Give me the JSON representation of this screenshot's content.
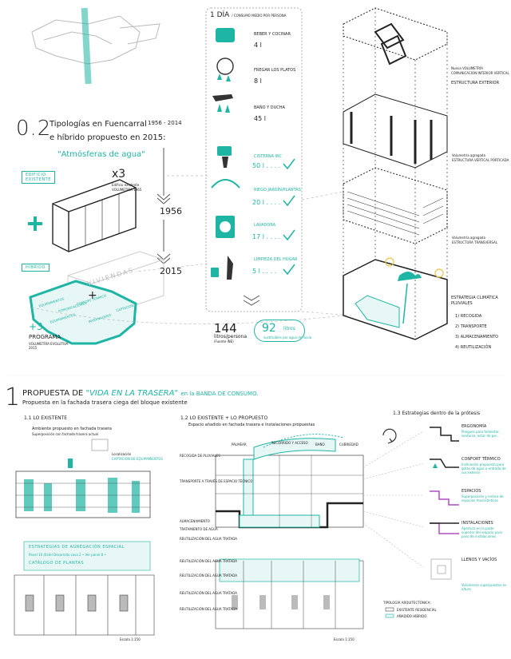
{
  "colors": {
    "accent": "#1fb5a4",
    "ink": "#222222",
    "grid": "#9a9a9a",
    "magenta": "#b04fc4"
  },
  "header": {
    "section_number": "0.2",
    "title_line1": "Tipologías en Fuencarral",
    "years": "1956 - 2014",
    "title_line2": "e híbrido propuesto en 2015:",
    "subtitle": "\"Atmósferas de agua\""
  },
  "left_panel": {
    "existing_label": [
      "EDIFICIO",
      "EXISTENTE"
    ],
    "x3": "x3",
    "existing_caption": [
      "Edificio existente",
      "VOLUMETRÍA 1965"
    ],
    "year_1956": "1956",
    "year_2015": "2015",
    "hybrid_label": "HÍBRIDO",
    "viviendas": "VIVIENDAS",
    "program_items": [
      "EQUIPAMIENTOS",
      "COMUNICACIONES",
      "CONFORT TÉRMICO",
      "EQUIPAMIENTOS",
      "INVERNADERO",
      "CAPTACIÓN"
    ],
    "plus3": "+3",
    "programa": "PROGRAMA",
    "programa_caption": [
      "VOLUMETRÍA EVOLUTIVA",
      "2015"
    ]
  },
  "water": {
    "title": "1 DÍA",
    "title_sub": "/ CONSUMO MEDIO POR PERSONA",
    "items": [
      {
        "label": "BEBER Y COCINAR",
        "value": "4 l"
      },
      {
        "label": "FREGAR LOS PLATOS",
        "value": "8 l"
      },
      {
        "label": "BAÑO Y DUCHA",
        "value": "45 l"
      },
      {
        "label": "CISTERNA WC",
        "value": "50 l . . . ."
      },
      {
        "label": "RIEGO JARDÍN/PLANTAS",
        "value": "20 l . . . ."
      },
      {
        "label": "LAVADORA",
        "value": "17 l . . . ."
      },
      {
        "label": "LIMPIEZA DEL HOGAR",
        "value": "5 l . . . ."
      }
    ],
    "total_value": "144",
    "total_unit": "litros/persona",
    "total_source": "(Fuente INE)",
    "saved_value": "92",
    "saved_unit": "litros",
    "saved_note": "sustituibles por agua de lluvia"
  },
  "axon": {
    "label1": [
      "Nueva VOLUMETRÍA",
      "COMUNICACIÓN INTERIOR VERTICAL"
    ],
    "label1b": "ESTRUCTURA EXTERIOR",
    "label2": [
      "Volumetría agregada",
      "ESTRUCTURA VERTICAL PORTICADA"
    ],
    "label3": [
      "Volumetría agregada",
      "ESTRUCTURA TRANSVERSAL"
    ],
    "strategy_title": [
      "ESTRATEGIA CLIMÁTICA",
      "PLUVIALES"
    ],
    "steps": [
      "1) RECOGIDA",
      "2) TRANSPORTE",
      "3) ALMACENAMIENTO",
      "4) REUTILIZACIÓN"
    ]
  },
  "section1": {
    "number": "1",
    "title_a": "PROPUESTA DE",
    "title_b": "\"VIDA EN LA TRASERA\"",
    "title_c": "en la BANDA DE CONSUMO.",
    "subtitle": "Propuesta en la fachada trasera ciega del bloque existente",
    "sub11": "1.1  LO EXISTENTE",
    "sub11_desc": [
      "Ambiente propuesto en fachada trasera",
      "Superposición con fachada trasera actual"
    ],
    "sub11_caption": [
      "Localización",
      "CAPTACIÓN DE EQUIPAMIENTOS"
    ],
    "strategies_box": [
      "ESTRATEGIAS DE AGREGACIÓN ESPACIAL",
      "Panel 10 (Estel Desarrollo casa 2 • Ver panel 8 •",
      "CATÁLOGO DE PLANTAS"
    ],
    "scale_left": "Escala 1:150",
    "sub12": "1.2  LO EXISTENTE + LO PROPUESTO",
    "sub12_desc": "Espacio añadido en fachada trasera e Instalaciones propuestas",
    "section_labels_top": [
      "PALMEAR",
      "RECORRIDO Y ACCESO",
      "BAÑO",
      "CUBRIEDAD"
    ],
    "section_labels_left": [
      "RECOGIDA DE PLUVIALES",
      "TRANSPORTE A TRAVÉS DE ESPACIO TÉCNICO",
      "ALMACENAMIENTO",
      "TRATAMIENTO DE AGUA",
      "REUTILIZACIÓN DEL AGUA TRATADA"
    ],
    "plan_labels_left": [
      "REUTILIZACIÓN DEL AGUA TRATADA",
      "REUTILIZACIÓN DEL AGUA TRATADA",
      "REUTILIZACIÓN DEL AGUA TRATADA",
      "REUTILIZACIÓN DEL AGUA TRATADA"
    ],
    "scale_mid": "Escala 1:150",
    "legend_title": "TIPOLOGÍA ARQUITECTÓNICA:",
    "legend_items": [
      "EXISTENTE RESIDENCIAL",
      "AÑADIDO HÍBRIDO"
    ],
    "sub13": "1.3  Estrategias dentro de la prótesis",
    "strategies": [
      {
        "title": "ERGONOMÍA",
        "desc": "Pliegues para fomentar, sentarse, estar de pie..."
      },
      {
        "title": "CONFORT TÉRMICO",
        "desc": "Inclinación propuesta para gotas de agua a entrada de sus exterior"
      },
      {
        "title": "ESPACIOS",
        "desc": "Superposición y enlace de espacios mocisiónticos"
      },
      {
        "title": "INSTALACIONES",
        "desc": "Apertura en la parte superior del espacio para paso de instalaciones"
      },
      {
        "title": "LLENOS Y VACÍOS",
        "desc": "Volúmenes superpuestos en altura"
      }
    ]
  }
}
